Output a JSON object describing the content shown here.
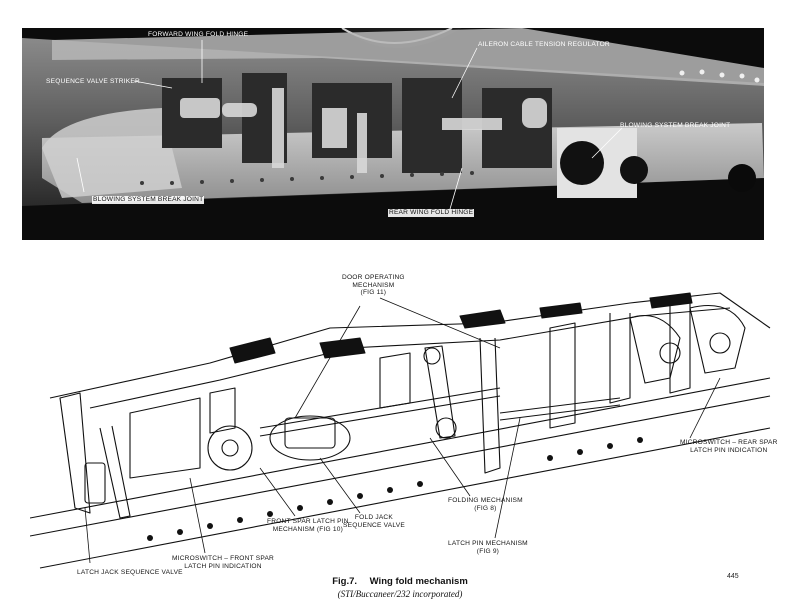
{
  "photo": {
    "labels": {
      "forward_wing_fold_hinge": "FORWARD WING FOLD HINGE",
      "aileron_cable_tension_regulator": "AILERON CABLE TENSION REGULATOR",
      "sequence_valve_striker": "SEQUENCE VALVE STRIKER",
      "blowing_system_break_joint_right": "BLOWING SYSTEM BREAK JOINT",
      "blowing_system_break_joint_left": "BLOWING SYSTEM BREAK JOINT",
      "rear_wing_fold_hinge": "REAR WING FOLD HINGE"
    }
  },
  "drawing": {
    "labels": {
      "door_operating_mechanism": [
        "DOOR OPERATING",
        "MECHANISM",
        "(FIG 11)"
      ],
      "microswitch_rear_spar": [
        "MICROSWITCH – REAR SPAR",
        "LATCH PIN INDICATION"
      ],
      "folding_mechanism": [
        "FOLDING MECHANISM",
        "(FIG 8)"
      ],
      "fold_jack_sequence_valve": [
        "FOLD JACK",
        "SEQUENCE VALVE"
      ],
      "front_spar_latch_pin_mechanism": [
        "FRONT SPAR LATCH PIN",
        "MECHANISM (FIG 10)"
      ],
      "latch_pin_mechanism": [
        "LATCH PIN MECHANISM",
        "(FIG 9)"
      ],
      "microswitch_front_spar": [
        "MICROSWITCH – FRONT SPAR",
        "LATCH PIN INDICATION"
      ],
      "latch_jack_sequence_valve": "LATCH JACK SEQUENCE VALVE"
    }
  },
  "caption": {
    "fig_number": "Fig.7.",
    "title": "Wing fold mechanism",
    "subtitle": "(STI/Buccaneer/232 incorporated)"
  },
  "page_number": "445"
}
